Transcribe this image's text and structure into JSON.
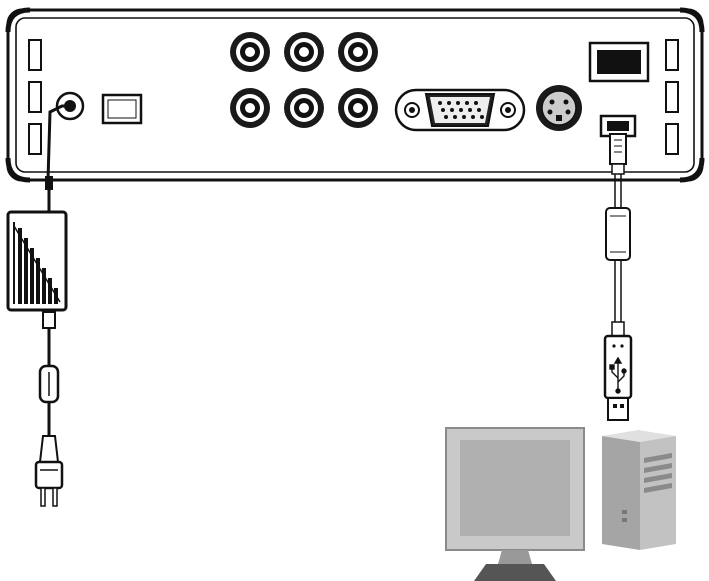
{
  "figure": {
    "description_hidden": "",
    "colors": {
      "outline": "#111111",
      "panel": "#ffffff",
      "jack_fill": "#cfcfcf",
      "monitor_frame": "#c9c9c9",
      "monitor_screen": "#b0b0b0",
      "tower_fill": "#c2c2c2",
      "cable": "#ffffff"
    },
    "components": {
      "device_back_panel": "device-back-panel",
      "power_adapter": "power-adapter",
      "ac_plug": "ac-plug",
      "usb_cable": "usb-cable",
      "usb_connector": "usb-connector",
      "computer_monitor": "computer-monitor",
      "computer_tower": "computer-tower"
    },
    "icons": [
      "usb-icon"
    ]
  }
}
